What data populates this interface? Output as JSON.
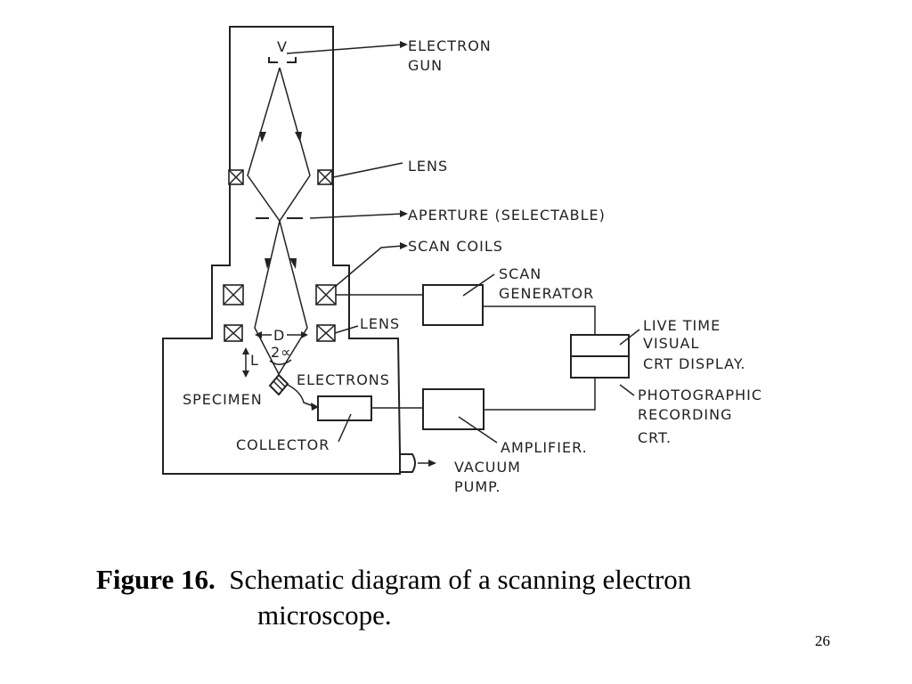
{
  "diagram": {
    "labels": {
      "v": "V",
      "electron_gun_1": "ELECTRON",
      "electron_gun_2": "GUN",
      "lens_upper": "LENS",
      "aperture": "APERTURE (SELECTABLE)",
      "scan_coils": "SCAN COILS",
      "scan_gen_1": "SCAN",
      "scan_gen_2": "GENERATOR",
      "lens_lower": "LENS",
      "d": "D",
      "two_alpha": "2∝",
      "l": "L",
      "electrons": "ELECTRONS",
      "specimen": "SPECIMEN",
      "collector": "COLLECTOR",
      "amplifier": "AMPLIFIER.",
      "vacuum_1": "VACUUM",
      "vacuum_2": "PUMP.",
      "live_1": "LIVE TIME",
      "live_2": "VISUAL",
      "live_3": "CRT DISPLAY.",
      "photo_1": "PHOTOGRAPHIC",
      "photo_2": "RECORDING",
      "photo_3": "CRT."
    }
  },
  "caption": {
    "figure_label": "Figure 16.",
    "text_line1": "Schematic diagram of a scanning electron",
    "text_line2": "microscope."
  },
  "page_number": "26"
}
